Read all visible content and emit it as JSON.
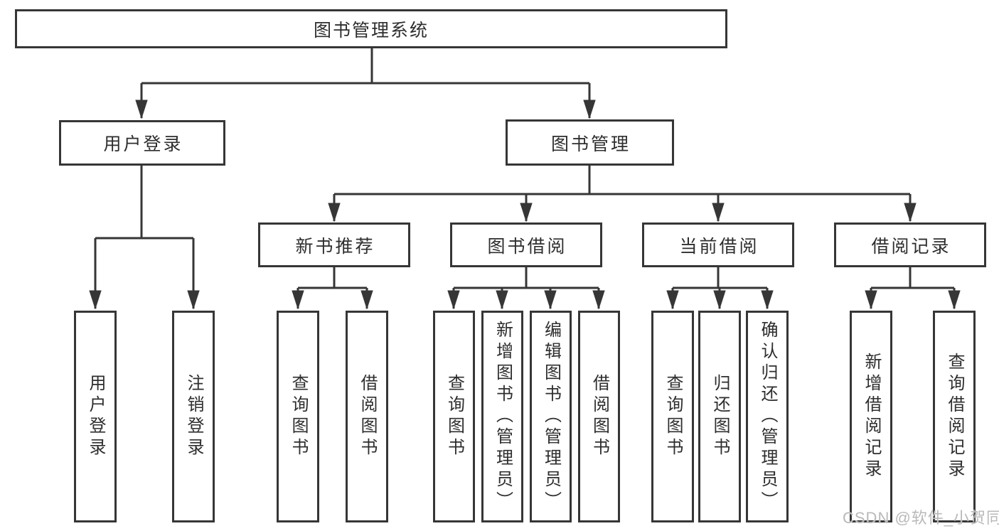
{
  "diagram": {
    "root": {
      "label": "图书管理系统"
    },
    "level2": [
      {
        "label": "用户登录"
      },
      {
        "label": "图书管理"
      }
    ],
    "level3": [
      {
        "label": "新书推荐"
      },
      {
        "label": "图书借阅"
      },
      {
        "label": "当前借阅"
      },
      {
        "label": "借阅记录"
      }
    ],
    "level4": [
      {
        "label": "用户登录"
      },
      {
        "label": "注销登录"
      },
      {
        "label": "查询图书"
      },
      {
        "label": "借阅图书"
      },
      {
        "label": "查询图书"
      },
      {
        "label": "新增图书（管理员）"
      },
      {
        "label": "编辑图书（管理员）"
      },
      {
        "label": "借阅图书"
      },
      {
        "label": "查询图书"
      },
      {
        "label": "归还图书"
      },
      {
        "label": "确认归还（管理员）"
      },
      {
        "label": "新增借阅记录"
      },
      {
        "label": "查询借阅记录"
      }
    ]
  },
  "watermark": "CSDN @软件_小贺同学",
  "colors": {
    "line": "#363636",
    "box_border": "#363636",
    "text": "#2e2e2e",
    "watermark_text": "#b9b9b9",
    "background": "#ffffff"
  }
}
